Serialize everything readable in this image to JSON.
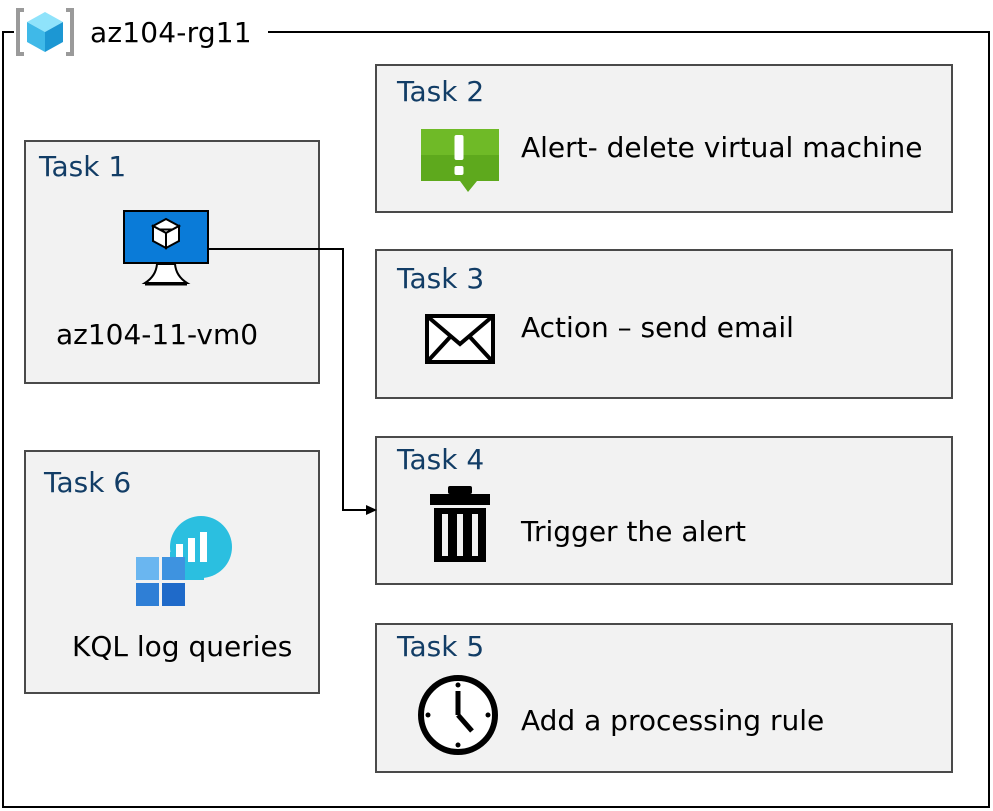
{
  "resource_group": {
    "title": "az104-rg11",
    "icon": "resource-group-cube-icon"
  },
  "tasks": [
    {
      "label": "Task 1",
      "text": "az104-11-vm0",
      "icon": "virtual-machine-icon"
    },
    {
      "label": "Task 2",
      "text": "Alert- delete virtual machine",
      "icon": "alert-icon"
    },
    {
      "label": "Task 3",
      "text": "Action – send email",
      "icon": "email-icon"
    },
    {
      "label": "Task 4",
      "text": "Trigger the alert",
      "icon": "trash-icon"
    },
    {
      "label": "Task 5",
      "text": "Add a processing rule",
      "icon": "clock-icon"
    },
    {
      "label": "Task 6",
      "text": "KQL log queries",
      "icon": "log-analytics-icon"
    }
  ],
  "colors": {
    "task_label": "#123d66",
    "box_fill": "#f2f2f2",
    "alert_green": "#5ea91d",
    "vm_blue": "#0a7bd8",
    "rg_cyan": "#50c8f0"
  }
}
